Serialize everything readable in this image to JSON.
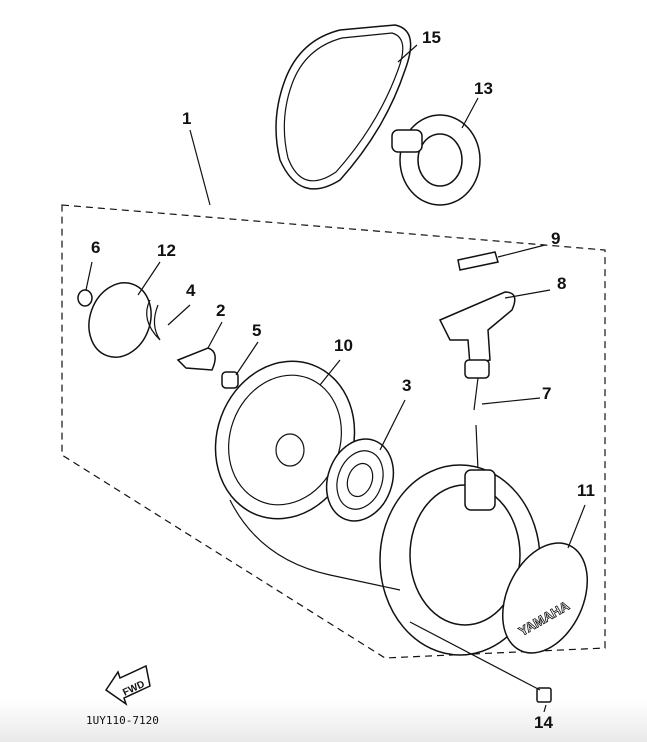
{
  "diagram": {
    "part_labels": [
      "1",
      "2",
      "3",
      "4",
      "5",
      "6",
      "7",
      "8",
      "9",
      "10",
      "11",
      "12",
      "13",
      "14",
      "15"
    ],
    "drawing_code": "1UY110-7120",
    "direction_arrow": "FWD",
    "emblem_brand": "YAMAHA"
  }
}
